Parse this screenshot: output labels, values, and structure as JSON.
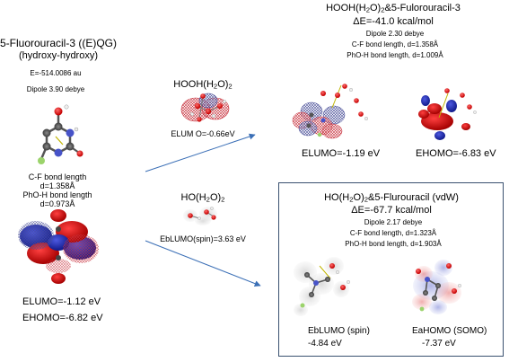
{
  "left": {
    "title": "5-Fluorouracil-3 ((E)QG)",
    "subtitle": "(hydroxy-hydroxy)",
    "energy": "E=-514.0086 au",
    "dipole": "Dipole 3.90 debye",
    "cf_label": "C-F  bond length",
    "cf_value": "d=1.358Å",
    "phoh_label": "PhO-H bond length",
    "phoh_value": "d=0.973Å",
    "elumo": "ELUMO=-1.12 eV",
    "ehomo": "EHOMO=-6.82 eV"
  },
  "mid_top": {
    "title_main": "HOOH(H",
    "title_sub1": "2",
    "title_mid": "O)",
    "title_sub2": "2",
    "elumo": "ELUM O=-0.66eV"
  },
  "mid_bottom": {
    "title_main": "HO(H",
    "title_sub1": "2",
    "title_mid": "O)",
    "title_sub2": "2",
    "eblumo": "EbLUMO(spin)=3.63 eV"
  },
  "right_top": {
    "title_a": "HOOH(H",
    "title_sub1": "2",
    "title_b": "O)",
    "title_sub2": "2",
    "title_c": "&5-Fulorouracil-3",
    "delta": "ΔE=-41.0 kcal/mol",
    "dipole": "Dipole 2.30 debye",
    "cf": "C-F  bond length, d=1.358Å",
    "phoh": "PhO-H bond length, d=1.009Å",
    "elumo": "ELUMO=-1.19 eV",
    "ehomo": "EHOMO=-6.83 eV"
  },
  "right_bottom": {
    "title_a": "HO(H",
    "title_sub1": "2",
    "title_b": "O)",
    "title_sub2": "2",
    "title_c": "&5-Flurouracil (vdW)",
    "delta": "ΔE=-67.7 kcal/mol",
    "dipole": "Dipole 2.17 debye",
    "cf": "C-F  bond length, d=1.323Å",
    "phoh": "PhO-H bond length, d=1.903Å",
    "eblumo_label": "EbLUMO (spin)",
    "eblumo_value": "-4.84 eV",
    "easomo_label": "EaHOMO (SOMO)",
    "easomo_value": "-7.37 eV"
  },
  "colors": {
    "arrow": "#3b6fb6",
    "box_border": "#3a5170",
    "orbital_red": "#d6171d",
    "orbital_blue": "#1c2bb5",
    "mesh_red": "#c8333f",
    "mesh_blue": "#4a4f98"
  }
}
